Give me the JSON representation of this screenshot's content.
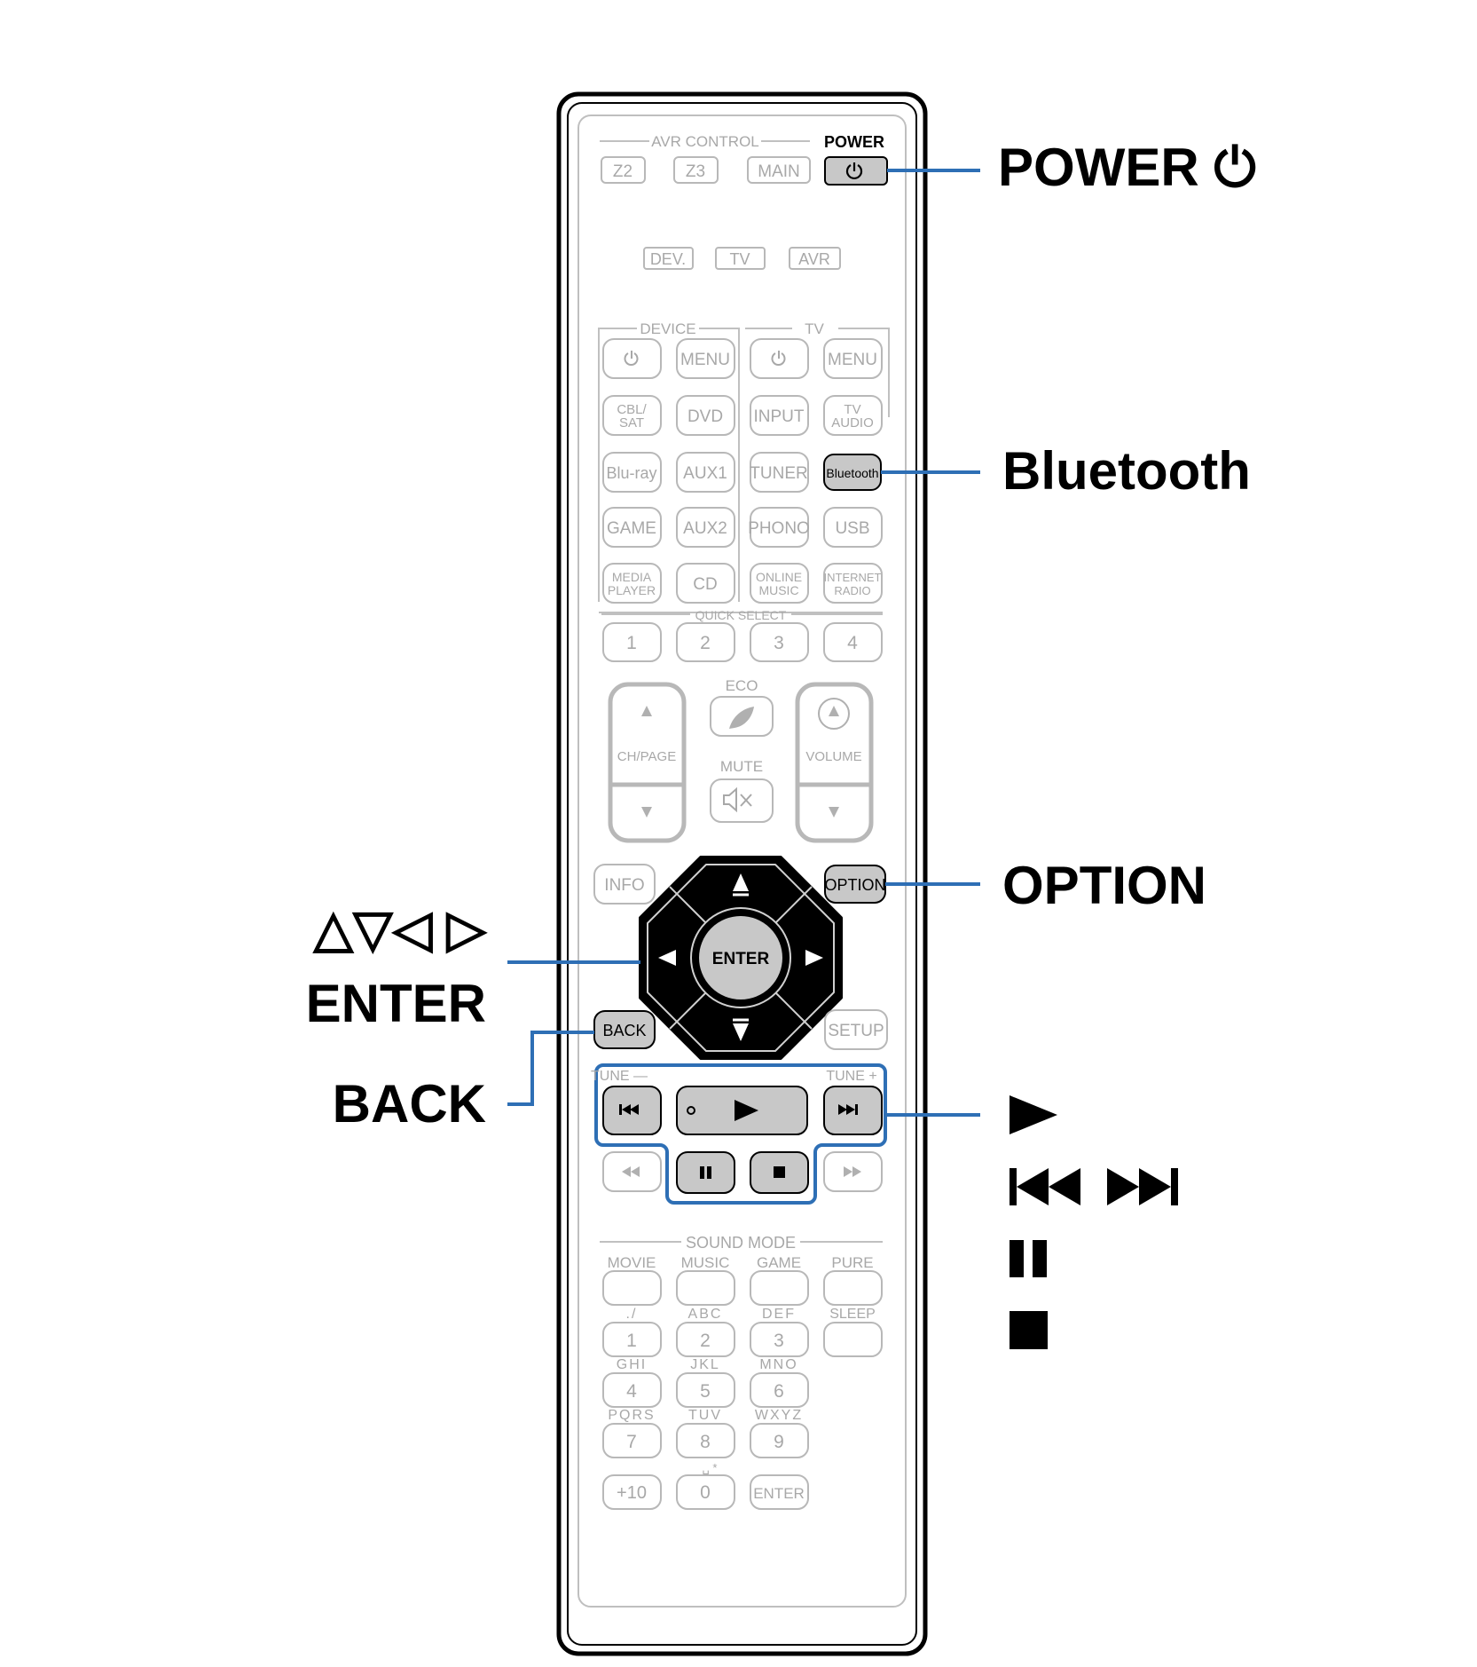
{
  "colors": {
    "body_outline": "#000000",
    "faded": "#b8b8b8",
    "faded_text": "#a8a8a8",
    "highlight_fill": "#c8c8c8",
    "callout_line": "#2e6fb5",
    "dpad": "#000000"
  },
  "remote": {
    "avr_control_label": "AVR CONTROL",
    "power_label": "POWER",
    "z2": "Z2",
    "z3": "Z3",
    "main": "MAIN",
    "dev": "DEV.",
    "tv": "TV",
    "avr": "AVR",
    "device_label": "DEVICE",
    "tv_label": "TV",
    "menu": "MENU",
    "cbl_sat_1": "CBL/",
    "cbl_sat_2": "SAT",
    "dvd": "DVD",
    "input": "INPUT",
    "tv_audio_1": "TV",
    "tv_audio_2": "AUDIO",
    "bluray": "Blu-ray",
    "aux1": "AUX1",
    "tuner": "TUNER",
    "bluetooth": "Bluetooth",
    "game": "GAME",
    "aux2": "AUX2",
    "phono": "PHONO",
    "usb": "USB",
    "media_player_1": "MEDIA",
    "media_player_2": "PLAYER",
    "cd": "CD",
    "online_music_1": "ONLINE",
    "online_music_2": "MUSIC",
    "internet_radio_1": "INTERNET",
    "internet_radio_2": "RADIO",
    "quick_select_label": "QUICK SELECT",
    "qs1": "1",
    "qs2": "2",
    "qs3": "3",
    "qs4": "4",
    "eco": "ECO",
    "ch_page": "CH/PAGE",
    "mute": "MUTE",
    "volume": "VOLUME",
    "info": "INFO",
    "option": "OPTION",
    "enter": "ENTER",
    "back": "BACK",
    "setup": "SETUP",
    "tune_minus": "TUNE —",
    "tune_plus": "TUNE +",
    "sound_mode_label": "SOUND MODE",
    "movie": "MOVIE",
    "music": "MUSIC",
    "game_mode": "GAME",
    "pure": "PURE",
    "sleep": "SLEEP",
    "keys": [
      {
        "letters": "./",
        "digit": "1"
      },
      {
        "letters": "ABC",
        "digit": "2"
      },
      {
        "letters": "DEF",
        "digit": "3"
      },
      {
        "letters": "GHI",
        "digit": "4"
      },
      {
        "letters": "JKL",
        "digit": "5"
      },
      {
        "letters": "MNO",
        "digit": "6"
      },
      {
        "letters": "PQRS",
        "digit": "7"
      },
      {
        "letters": "TUV",
        "digit": "8"
      },
      {
        "letters": "WXYZ",
        "digit": "9"
      }
    ],
    "plus10": "+10",
    "zero": "0",
    "zero_letters": "␣ *",
    "keypad_enter": "ENTER"
  },
  "callouts": {
    "power": "POWER ⏻",
    "bluetooth": "Bluetooth",
    "option": "OPTION",
    "arrows": "△▽◁ ▷",
    "enter": "ENTER",
    "back": "BACK",
    "play": "▶",
    "skip": "⏮ ⏭",
    "pause": "⏸",
    "stop": "■"
  }
}
